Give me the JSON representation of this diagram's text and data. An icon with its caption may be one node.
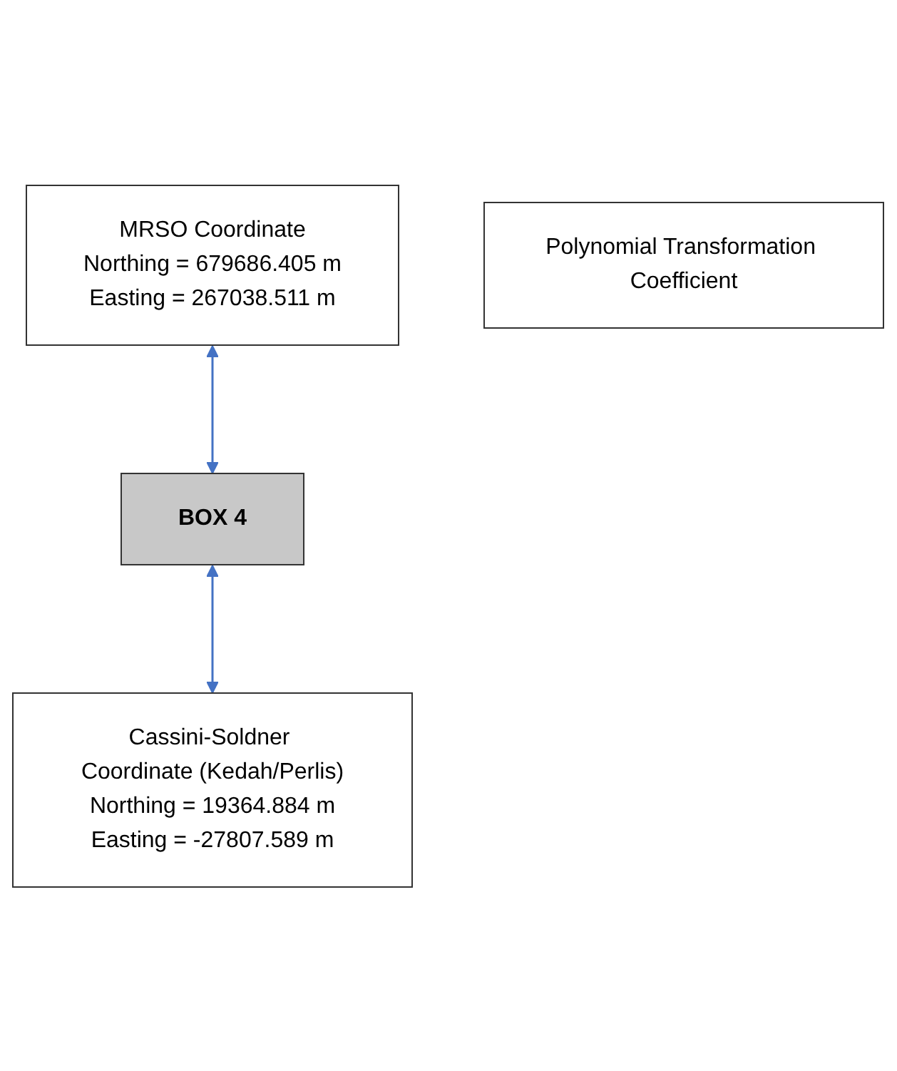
{
  "diagram": {
    "nodes": [
      {
        "text": [
          "MRSO Coordinate",
          "Northing = 679686.405 m",
          "Easting = 267038.511 m"
        ]
      },
      {
        "text": [
          "BOX 4"
        ]
      },
      {
        "text": [
          "Polynomial Transformation Coefficient"
        ]
      },
      {
        "text": [
          "Cassini-Soldner Coordinate (Kedah/Perlis)",
          "Northing = 19364.884 m",
          "Easting = -27807.589 m"
        ]
      }
    ],
    "edges": [
      {
        "from": 0,
        "to": 1,
        "arrow": "both"
      },
      {
        "from": 1,
        "to": 3,
        "arrow": "both"
      }
    ]
  }
}
